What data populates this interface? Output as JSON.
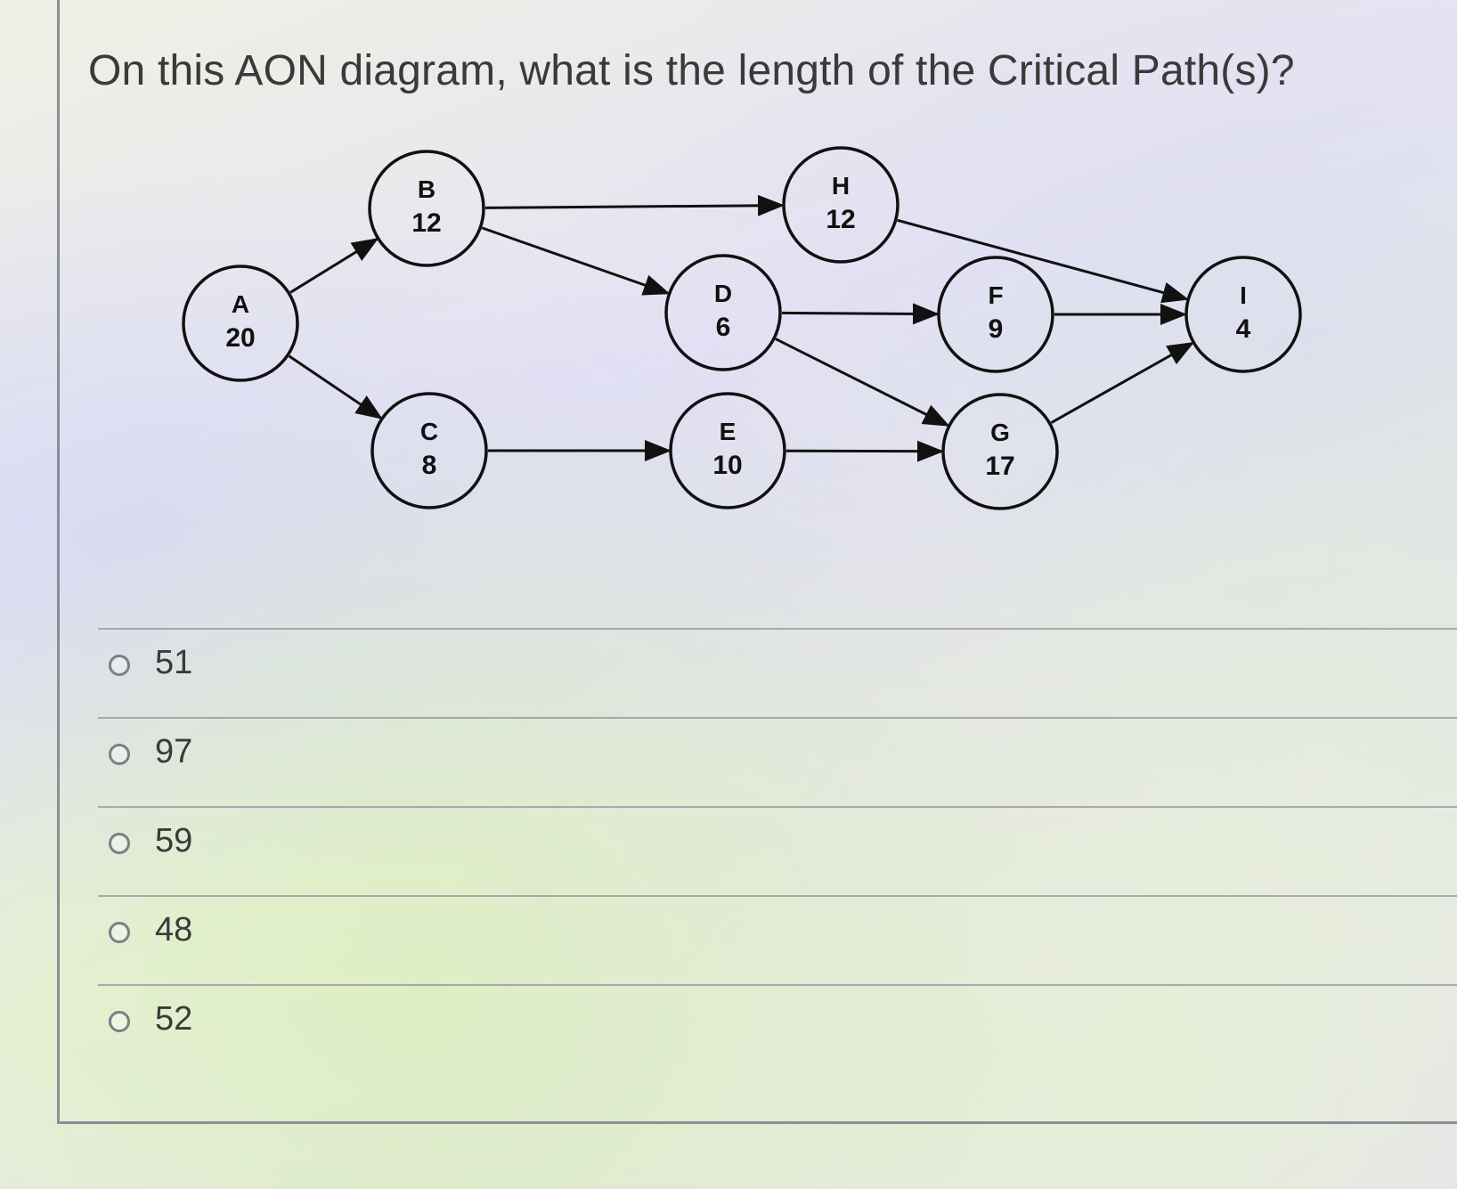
{
  "question": {
    "text": "On this AON diagram, what is the length of the Critical Path(s)?"
  },
  "diagram": {
    "type": "activity-on-node network",
    "nodes": [
      {
        "id": "A",
        "duration": "20"
      },
      {
        "id": "B",
        "duration": "12"
      },
      {
        "id": "C",
        "duration": "8"
      },
      {
        "id": "D",
        "duration": "6"
      },
      {
        "id": "E",
        "duration": "10"
      },
      {
        "id": "F",
        "duration": "9"
      },
      {
        "id": "G",
        "duration": "17"
      },
      {
        "id": "H",
        "duration": "12"
      },
      {
        "id": "I",
        "duration": "4"
      }
    ],
    "edges": [
      {
        "from": "A",
        "to": "B"
      },
      {
        "from": "A",
        "to": "C"
      },
      {
        "from": "B",
        "to": "H"
      },
      {
        "from": "B",
        "to": "D"
      },
      {
        "from": "C",
        "to": "E"
      },
      {
        "from": "D",
        "to": "F"
      },
      {
        "from": "D",
        "to": "G"
      },
      {
        "from": "E",
        "to": "G"
      },
      {
        "from": "H",
        "to": "I"
      },
      {
        "from": "F",
        "to": "I"
      },
      {
        "from": "G",
        "to": "I"
      }
    ]
  },
  "options": [
    {
      "label": "51",
      "selected": false
    },
    {
      "label": "97",
      "selected": false
    },
    {
      "label": "59",
      "selected": false
    },
    {
      "label": "48",
      "selected": false
    },
    {
      "label": "52",
      "selected": false
    }
  ]
}
